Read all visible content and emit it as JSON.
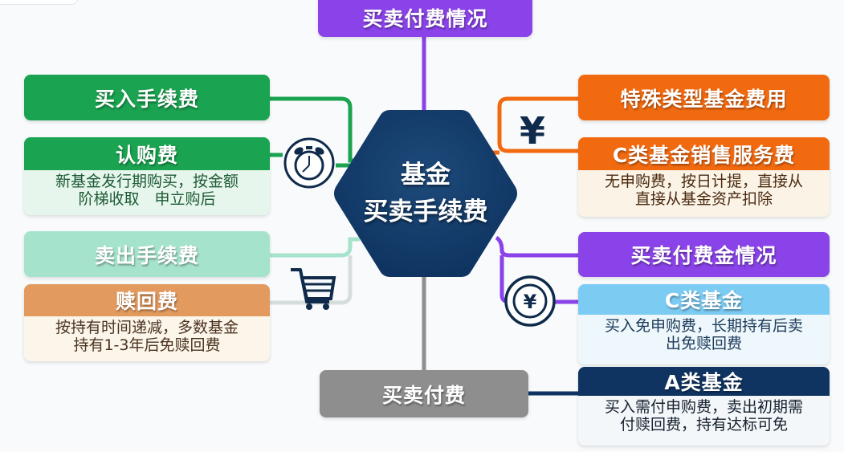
{
  "center": {
    "line1": "基金",
    "line2": "买卖手续费",
    "color": "#0f3461"
  },
  "top_node": {
    "label": "买卖付费情况",
    "color": "#8a43e8"
  },
  "bottom_node": {
    "label": "买卖付费",
    "color": "#8e8e8e"
  },
  "left": {
    "buy_fee": {
      "label": "买入手续费",
      "color": "#1aa350"
    },
    "subscription_fee": {
      "label": "认购费",
      "color": "#1aa350",
      "desc_line1": "新基金发行期购买，按金额",
      "desc_line2": "阶梯收取　申立购后",
      "desc_bg": "#e6f6ec"
    },
    "sell_fee": {
      "label": "卖出手续费",
      "color": "#a6e3cc"
    },
    "redemption_fee": {
      "label": "赎回费",
      "color": "#e39a5e",
      "desc_line1": "按持有时间递减，多数基金",
      "desc_line2": "持有1-3年后免赎回费",
      "desc_bg": "#fbf5ea"
    }
  },
  "right": {
    "special_fund_fee": {
      "label": "特殊类型基金费用",
      "color": "#f26a10"
    },
    "c_class_sales_fee": {
      "label": "C类基金销售服务费",
      "color": "#f26a10",
      "desc_line1": "无申购费，按日计提，直接从",
      "desc_line2": "直接从基金资产扣除",
      "desc_bg": "#fbf3e6"
    },
    "trade_payment": {
      "label": "买卖付费金情况",
      "color": "#8a43e8"
    },
    "c_class_fund": {
      "label": "C类基金",
      "color": "#7ccbf3",
      "desc_line1": "买入免申购费，长期持有后卖",
      "desc_line2": "出免赎回费",
      "desc_bg": "#eef7fb"
    },
    "a_class_fund": {
      "label": "A类基金",
      "color": "#0f3461",
      "desc_line1": "买入需付申购费，卖出初期需",
      "desc_line2": "付赎回费，持有达标可免",
      "desc_bg": "#f4f7f9"
    }
  },
  "icons": {
    "clock": "alarm-clock-icon",
    "cart": "shopping-cart-icon",
    "yen": "yen-icon",
    "yen_coin": "yen-coin-icon"
  },
  "connector_colors": {
    "green": "#1aa350",
    "mint": "#a6e3cc",
    "purple": "#8a43e8",
    "orange": "#f26a10",
    "gray": "#8e8e8e",
    "navy": "#0f3461"
  }
}
